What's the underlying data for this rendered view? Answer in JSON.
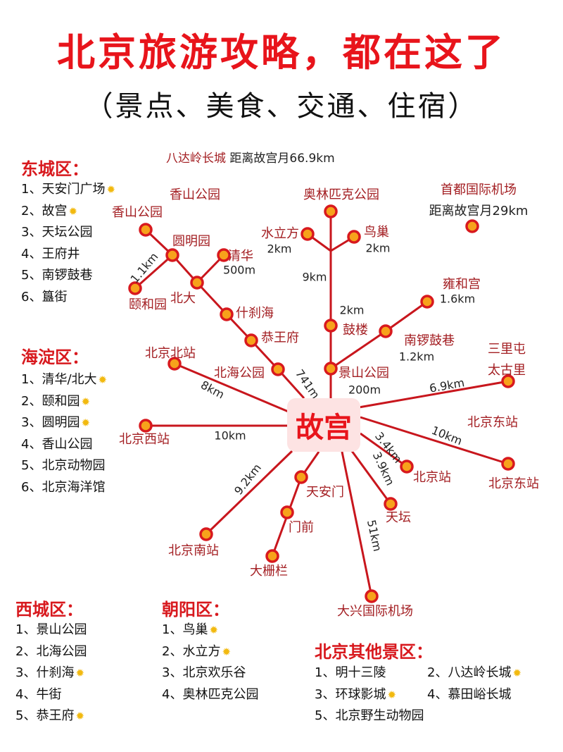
{
  "title": "北京旅游攻略，都在这了",
  "subtitle": "（景点、美食、交通、住宿）",
  "colors": {
    "accent": "#e8141b",
    "line": "#c8161d",
    "label": "#a31e22",
    "dot_fill": "#f7a21b"
  },
  "star_icon": "✹",
  "sections": {
    "dongcheng": {
      "title": "东城区：",
      "items": [
        {
          "text": "1、天安门广场",
          "star": true
        },
        {
          "text": "2、故宫",
          "star": true
        },
        {
          "text": "3、天坛公园",
          "star": false
        },
        {
          "text": "4、王府井",
          "star": false
        },
        {
          "text": "5、南锣鼓巷",
          "star": false
        },
        {
          "text": "6、簋街",
          "star": false
        }
      ]
    },
    "haidian": {
      "title": "海淀区：",
      "items": [
        {
          "text": "1、清华/北大",
          "star": true
        },
        {
          "text": "2、颐和园",
          "star": true
        },
        {
          "text": "3、圆明园",
          "star": true
        },
        {
          "text": "4、香山公园",
          "star": false
        },
        {
          "text": "5、北京动物园",
          "star": false
        },
        {
          "text": "6、北京海洋馆",
          "star": false
        }
      ]
    },
    "xicheng": {
      "title": "西城区：",
      "items": [
        {
          "text": "1、景山公园",
          "star": false
        },
        {
          "text": "2、北海公园",
          "star": false
        },
        {
          "text": "3、什刹海",
          "star": true
        },
        {
          "text": "4、牛街",
          "star": false
        },
        {
          "text": "5、恭王府",
          "star": true
        }
      ]
    },
    "chaoyang": {
      "title": "朝阳区：",
      "items": [
        {
          "text": "1、鸟巢",
          "star": true
        },
        {
          "text": "2、水立方",
          "star": true
        },
        {
          "text": "3、北京欢乐谷",
          "star": false
        },
        {
          "text": "4、奥林匹克公园",
          "star": false
        }
      ]
    },
    "other": {
      "title": "北京其他景区：",
      "items": [
        {
          "text": "1、明十三陵",
          "star": false
        },
        {
          "text": "2、八达岭长城",
          "star": true
        },
        {
          "text": "3、环球影城",
          "star": true
        },
        {
          "text": "4、慕田峪长城",
          "star": false
        },
        {
          "text": "5、北京野生动物园",
          "star": false
        }
      ]
    }
  },
  "map": {
    "center": "故宫",
    "top_note": {
      "place": "八达岭长城",
      "distance": "距离故宫月66.9km"
    },
    "airport_note": {
      "place": "首都国际机场",
      "distance": "距离故宫月29km"
    },
    "labels": [
      "香山公园",
      "香山公园",
      "圆明园",
      "颐和园",
      "清华",
      "北大",
      "什刹海",
      "恭王府",
      "北海公园",
      "北京北站",
      "北京西站",
      "奥林匹克公园",
      "水立方",
      "鸟巢",
      "鼓楼",
      "景山公园",
      "南锣鼓巷",
      "雍和宫",
      "三里屯",
      "太古里",
      "北京东站",
      "北京东站",
      "北京站",
      "天坛",
      "大兴国际机场",
      "天安门",
      "门前",
      "大栅栏",
      "北京南站"
    ],
    "distances": [
      "1.1km",
      "500m",
      "741m",
      "8km",
      "10km",
      "2km",
      "2km",
      "9km",
      "2km",
      "200m",
      "1.2km",
      "1.6km",
      "6.9km",
      "10km",
      "3.4km",
      "3.9km",
      "51km",
      "9.2km"
    ]
  }
}
